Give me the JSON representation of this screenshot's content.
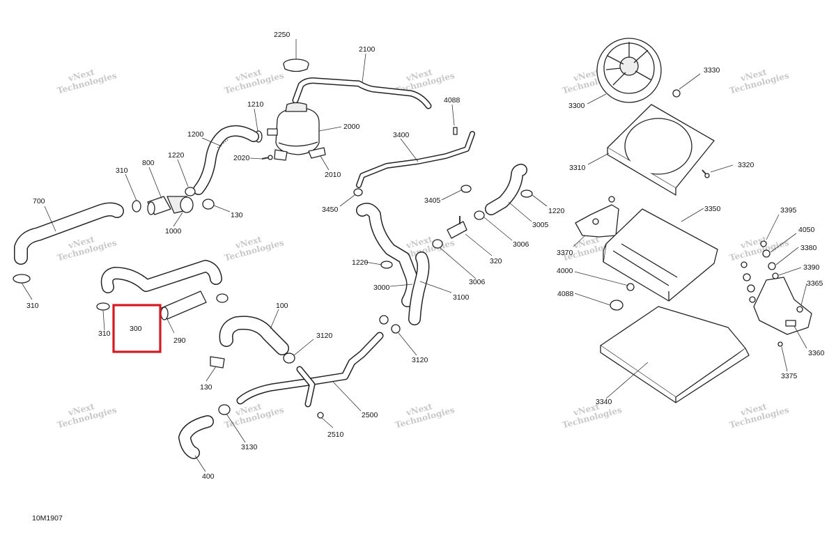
{
  "diagram_code": "10M1907",
  "watermark": [
    "vNext",
    "Technologies"
  ],
  "highlight": {
    "part": "300",
    "color": "#d71920"
  },
  "labels": {
    "l2250": "2250",
    "l2100": "2100",
    "l4088a": "4088",
    "l1210": "1210",
    "l2000": "2000",
    "l1200a": "1200",
    "l2020": "2020",
    "l2010": "2010",
    "l3400": "3400",
    "l1220a": "1220",
    "l310a": "310",
    "l800": "800",
    "l700": "700",
    "l130a": "130",
    "l1000": "1000",
    "l3450": "3450",
    "l3405": "3405",
    "l1220b": "1220",
    "l3005": "3005",
    "l3006a": "3006",
    "l320": "320",
    "l1220c": "1220",
    "l3000": "3000",
    "l3006b": "3006",
    "l3100": "3100",
    "l310b": "310",
    "l310c": "310",
    "l300": "300",
    "l290": "290",
    "l100": "100",
    "l3120a": "3120",
    "l3120b": "3120",
    "l130b": "130",
    "l2500": "2500",
    "l2510": "2510",
    "l3130": "3130",
    "l400": "400",
    "l3330": "3330",
    "l3300": "3300",
    "l3310": "3310",
    "l3320": "3320",
    "l3350": "3350",
    "l3370": "3370",
    "l4000": "4000",
    "l4088b": "4088",
    "l3340": "3340",
    "l3395": "3395",
    "l4050": "4050",
    "l3380": "3380",
    "l3390": "3390",
    "l3365": "3365",
    "l3360": "3360",
    "l3375": "3375"
  }
}
